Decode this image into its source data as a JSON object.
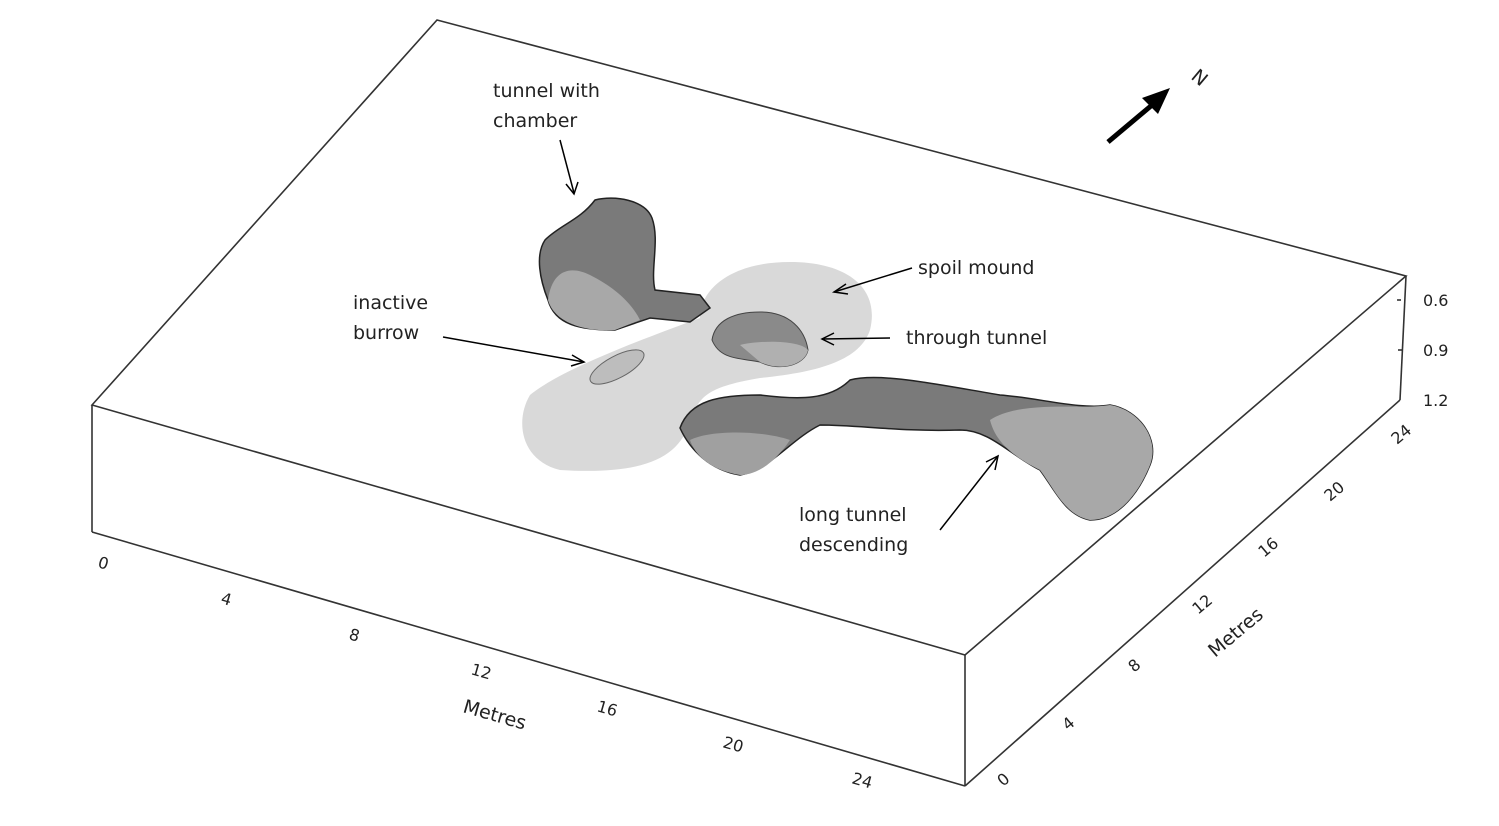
{
  "north_label": "N",
  "annotations": {
    "tunnel_with_chamber": [
      "tunnel with",
      "chamber"
    ],
    "spoil_mound": "spoil mound",
    "inactive_burrow": [
      "inactive",
      "burrow"
    ],
    "through_tunnel": "through tunnel",
    "long_tunnel_descending": [
      "long tunnel",
      "descending"
    ]
  },
  "x_axis": {
    "label": "Metres",
    "ticks": [
      "0",
      "4",
      "8",
      "12",
      "16",
      "20",
      "24"
    ]
  },
  "y_axis": {
    "label": "Metres",
    "ticks": [
      "0",
      "4",
      "8",
      "12",
      "16",
      "20",
      "24"
    ]
  },
  "depth_axis": {
    "ticks": [
      "0.6",
      "0.9",
      "1.2"
    ]
  },
  "colors": {
    "tunnel": "#7a7a7a",
    "tunnel_edge": "#a8a8a8",
    "mound": "#d9d9d9",
    "edge": "#333333"
  }
}
